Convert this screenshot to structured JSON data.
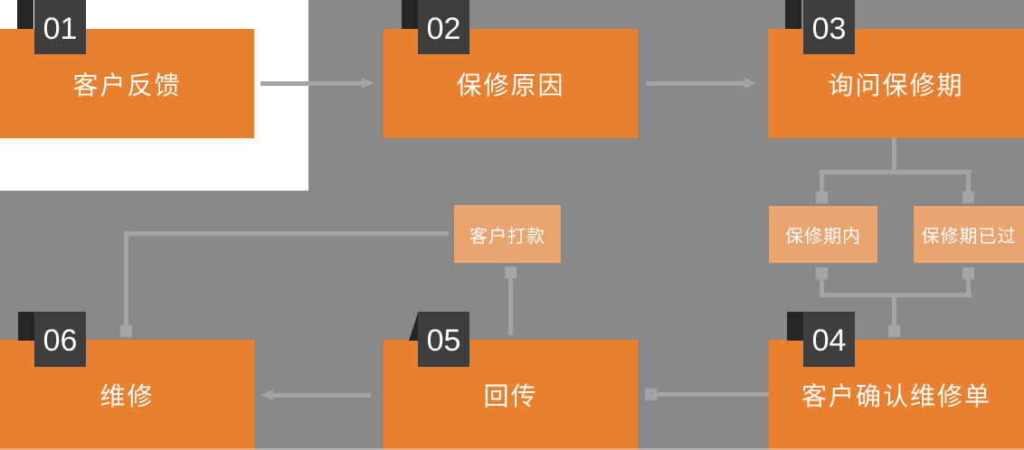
{
  "steps": [
    {
      "number": "01",
      "label": "客户反馈"
    },
    {
      "number": "02",
      "label": "保修原因"
    },
    {
      "number": "03",
      "label": "询问保修期"
    },
    {
      "number": "04",
      "label": "客户确认维修单"
    },
    {
      "number": "05",
      "label": "回传"
    },
    {
      "number": "06",
      "label": "维修"
    }
  ],
  "branches": [
    {
      "label": "保修期内"
    },
    {
      "label": "保修期已过"
    },
    {
      "label": "客户打款"
    }
  ],
  "connections": [
    {
      "from": "客户反馈",
      "to": "保修原因",
      "style": "arrow-right"
    },
    {
      "from": "保修原因",
      "to": "询问保修期",
      "style": "arrow-right"
    },
    {
      "from": "询问保修期",
      "to": "保修期内 / 保修期已过",
      "style": "elbow-split"
    },
    {
      "from": "保修期内 / 保修期已过",
      "to": "客户确认维修单",
      "style": "elbow-merge"
    },
    {
      "from": "客户确认维修单",
      "to": "回传",
      "style": "line-square-end"
    },
    {
      "from": "回传",
      "to": "维修",
      "style": "arrow-left"
    },
    {
      "from": "客户打款",
      "to": "回传",
      "style": "line-square-end"
    },
    {
      "from": "客户打款",
      "to": "维修",
      "style": "elbow-square-end"
    }
  ],
  "colors": {
    "background": "#898989",
    "white_panel": "#ffffff",
    "step_box_orange": "#e8802f",
    "branch_box_light_orange": "#eaa46f",
    "badge_dark": "#3e3e3e",
    "badge_flap_dark": "#262626",
    "connector_gray": "#a4a4a4",
    "text_white": "#ffffff"
  }
}
